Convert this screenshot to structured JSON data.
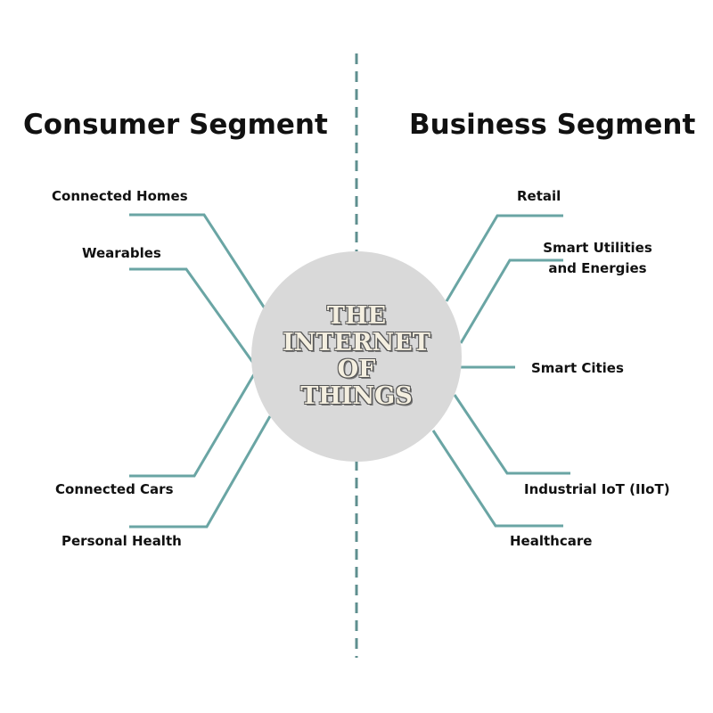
{
  "colors": {
    "connector": "#6aa5a4",
    "divider": "#5f8f8f",
    "hub_fill": "#d9d9d9",
    "hub_text": "#f4efe0",
    "text": "#111111"
  },
  "consumer": {
    "heading": "Consumer Segment",
    "items": [
      "Connected Homes",
      "Wearables",
      "Connected Cars",
      "Personal Health"
    ]
  },
  "business": {
    "heading": "Business Segment",
    "items": [
      "Retail",
      "Smart Utilities and Energies",
      "Smart Cities",
      "Industrial IoT (IIoT)",
      "Healthcare"
    ]
  },
  "hub": {
    "lines": [
      "THE",
      "INTERNET",
      "OF",
      "THINGS"
    ]
  }
}
